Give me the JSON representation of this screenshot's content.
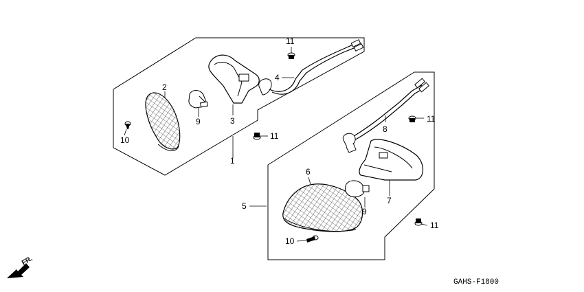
{
  "callouts": {
    "c1": "1",
    "c2": "2",
    "c3": "3",
    "c4": "4",
    "c5": "5",
    "c6": "6",
    "c7": "7",
    "c8": "8",
    "c9a": "9",
    "c9b": "9",
    "c10a": "10",
    "c10b": "10",
    "c11a": "11",
    "c11b": "11",
    "c11c": "11",
    "c11d": "11"
  },
  "direction": "FR.",
  "diagram_code": "GAHS-F1800"
}
